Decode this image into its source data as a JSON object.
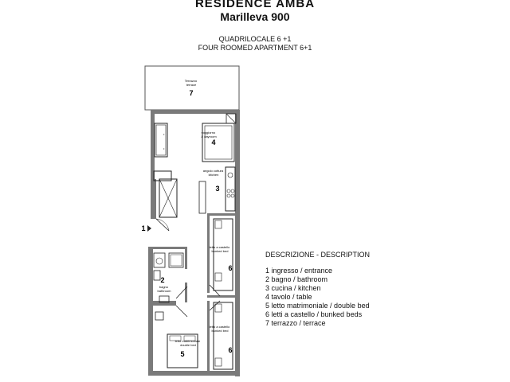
{
  "header": {
    "title": "RESIDENCE  AMBA",
    "subtitle": "Marilleva 900",
    "line1": "QUADRILOCALE 6 +1",
    "line2": "FOUR  ROOMED APARTMENT 6+1"
  },
  "plan": {
    "terrace_label": "Terrazzo\nterrace",
    "living_label": "soggiorno\n& dayroom",
    "kitchen_label": "angolo cottura\nkitchen",
    "bath_label": "bagno\nbathroom",
    "bunk_label": "letto a castello\nbunked bed",
    "double_label": "letto matrimoniale\ndouble bed",
    "room_numbers": {
      "terrace": "7",
      "table": "4",
      "kitchen": "3",
      "entrance": "1",
      "bath": "2",
      "bunk_top": "6",
      "bunk_bottom": "6",
      "double": "5"
    }
  },
  "legend": {
    "title": "DESCRIZIONE - DESCRIPTION",
    "items": [
      "1  ingresso / entrance",
      "2  bagno  / bathroom",
      "3  cucina  / kitchen",
      "4  tavolo / table",
      "5  letto matrimoniale / double bed",
      "6  letti  a castello / bunked beds",
      "7  terrazzo / terrace"
    ]
  }
}
